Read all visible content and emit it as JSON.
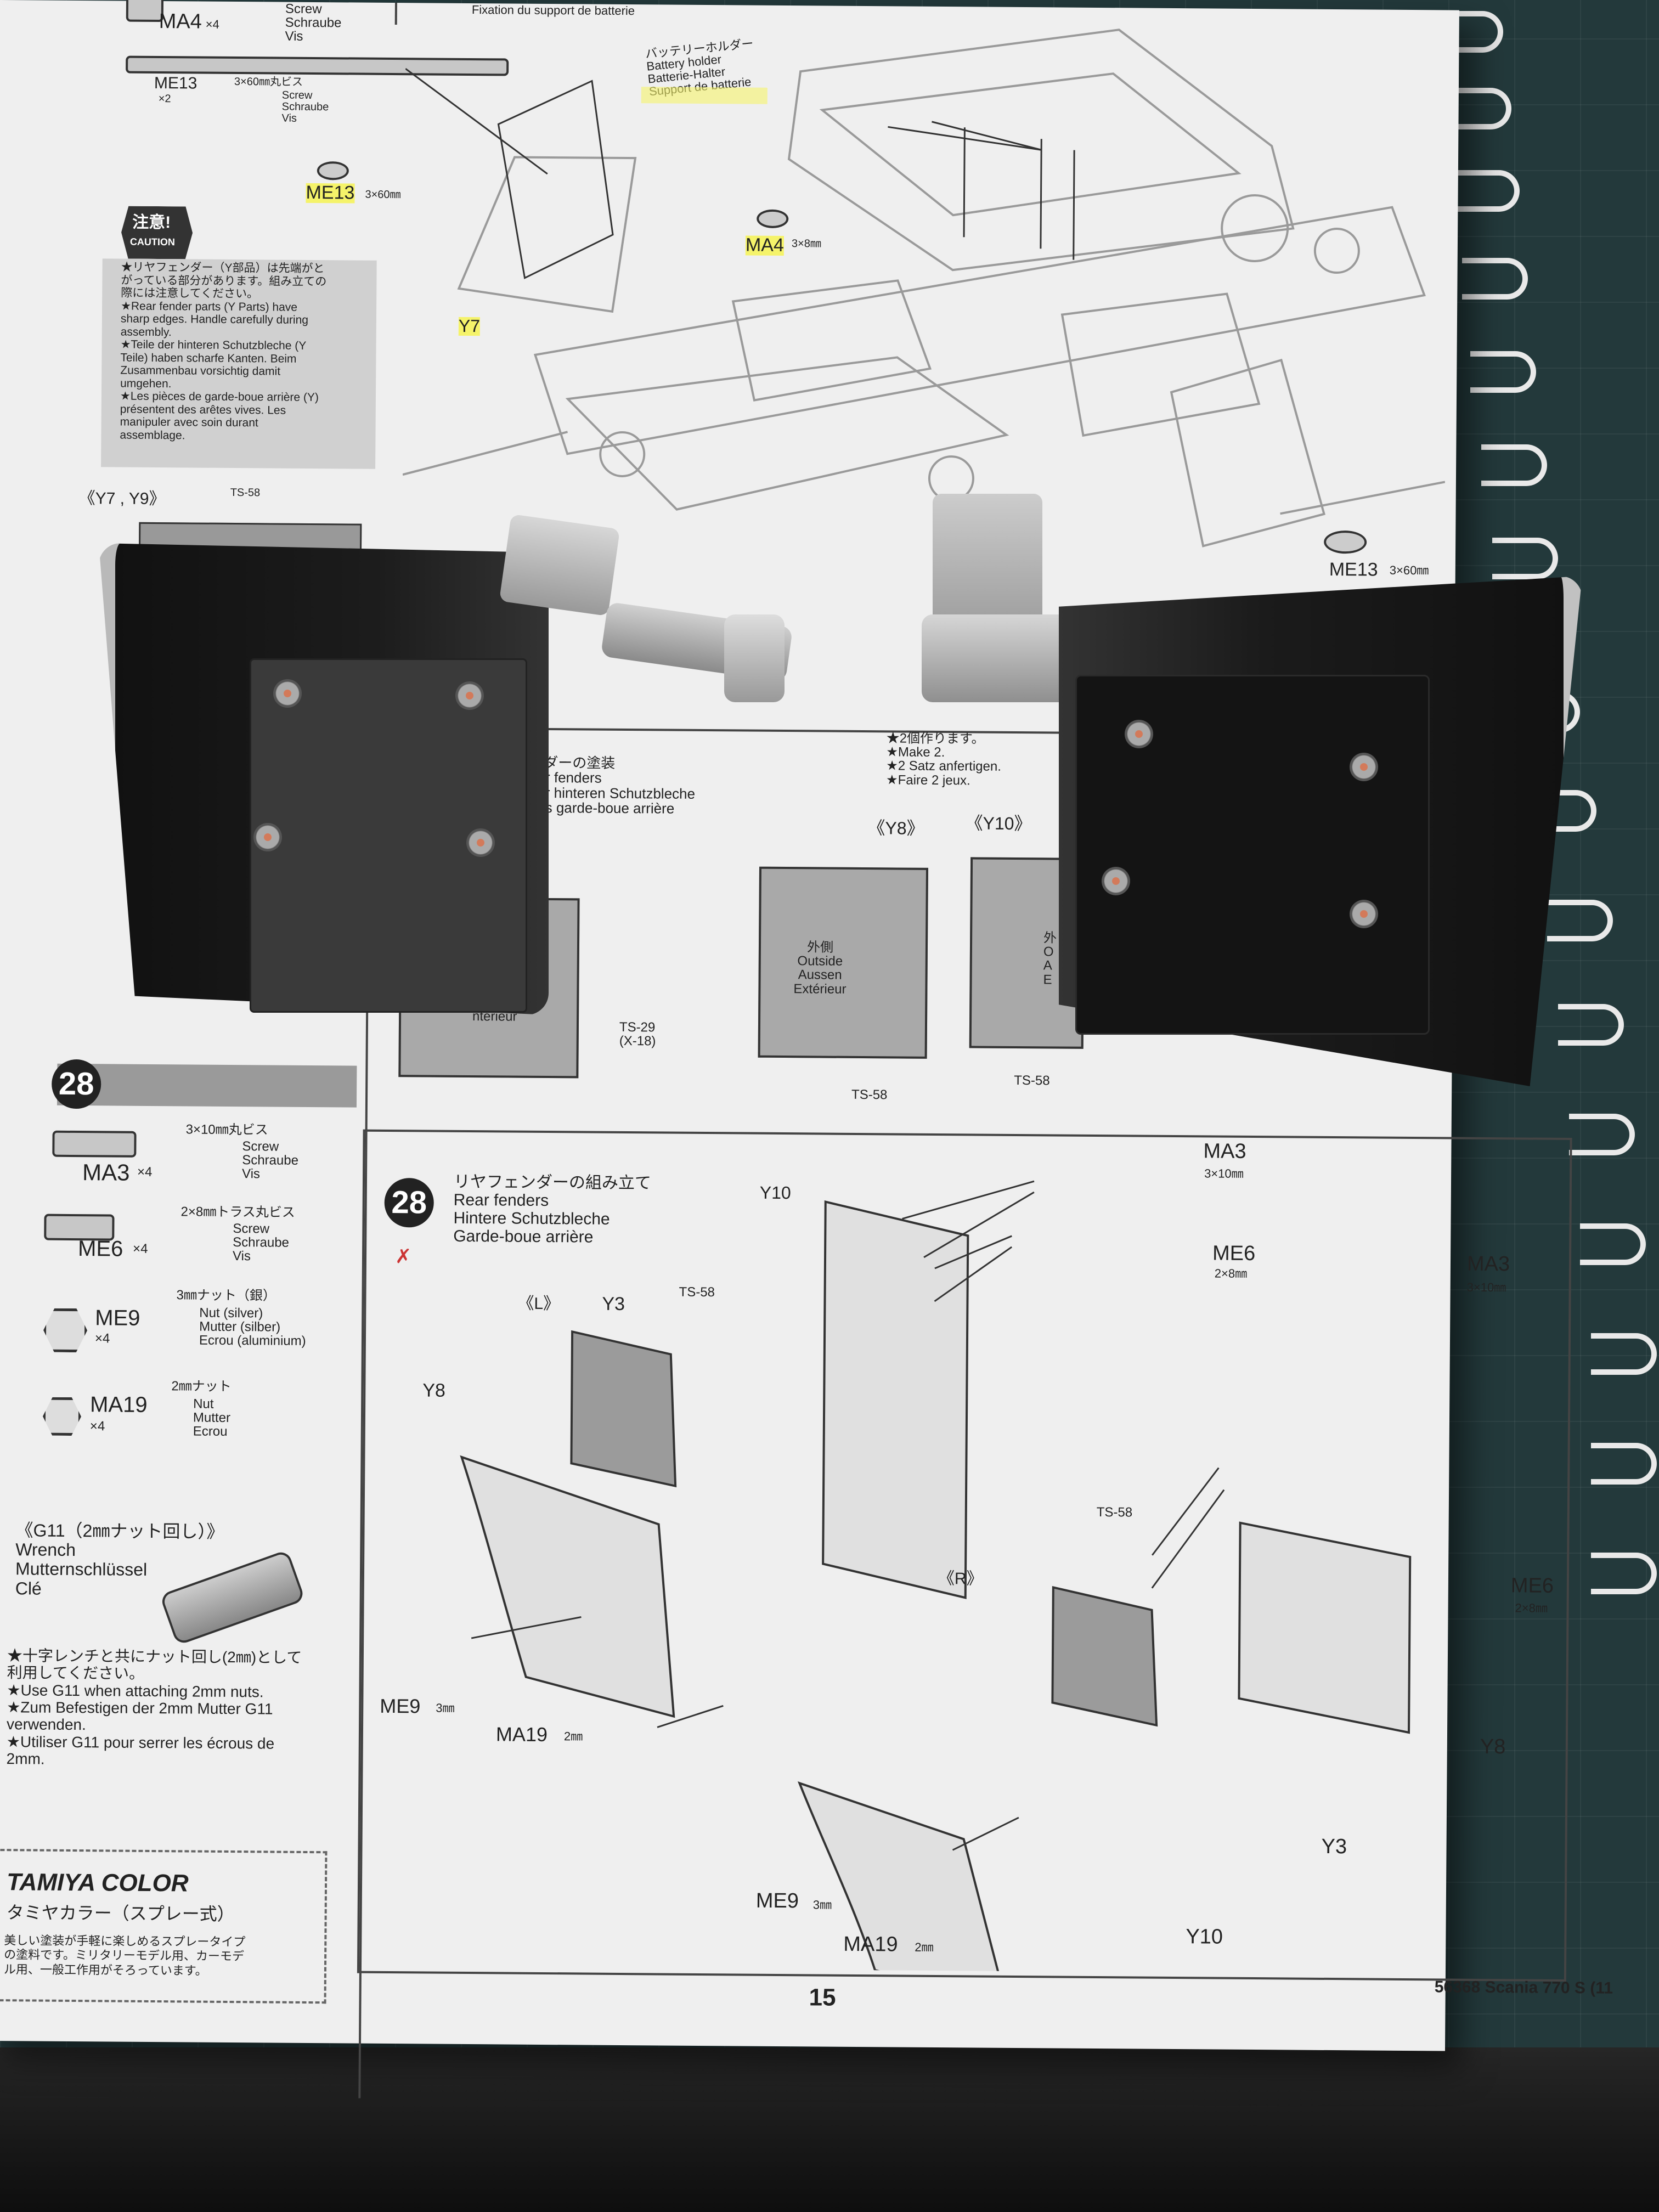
{
  "top_parts": [
    {
      "code": "MA4",
      "qty": "×4",
      "desc": "Screw\nSchraube\nVis"
    },
    {
      "code": "ME13",
      "qty": "×2",
      "size": "3×60㎜丸ビス",
      "desc": "Screw\nSchraube\nVis"
    }
  ],
  "top_fixation": "Fixation du support de batterie",
  "battery_holder": "バッテリーホルダー\nBattery holder\nBatterie-Halter\nSupport de batterie",
  "labels": {
    "me13_a": "ME13",
    "me13_a_size": "3×60㎜",
    "ma4": "MA4",
    "ma4_size": "3×8㎜",
    "y7": "Y7",
    "me13_b": "ME13",
    "me13_b_size": "3×60㎜"
  },
  "caution": {
    "badge_jp": "注意!",
    "badge_en": "CAUTION",
    "text": "★リヤフェンダー（Y部品）は先端がと\nがっている部分があります。組み立ての\n際には注意してください。\n★Rear fender parts (Y Parts) have\nsharp edges. Handle carefully during\nassembly.\n★Teile der hinteren Schutzbleche (Y\nTeile) haben scharfe Kanten. Beim\nZusammenbau vorsichtig damit\numgehen.\n★Les pièces de garde-boue arrière (Y)\nprésentent des arêtes vives. Les\nmanipuler avec soin durant\nassemblage."
  },
  "paint_section": {
    "tag_y7y9": "《Y7 , Y9》",
    "ts58_top": "TS-58",
    "title": "ンダーの塗装\near fenders\nder hinteren Schutzbleche\ndes garde-boue arrière",
    "make2": "★2個作ります。\n★Make 2.\n★2 Satz anfertigen.\n★Faire 2 jeux.",
    "tag_y8": "《Y8》",
    "tag_y10": "《Y10》",
    "outside": "外側\nOutside\nAussen\nExtérieur",
    "outside_partial": "外\nO\nA\nE",
    "interieur": "ntérieur",
    "ts29": "TS-29\n(X-18)",
    "ts58_a": "TS-58",
    "ts58_b": "TS-58"
  },
  "step28_left": {
    "number": "28",
    "parts": [
      {
        "code": "MA3",
        "qty": "×4",
        "size": "3×10㎜丸ビス",
        "desc": "Screw\nSchraube\nVis"
      },
      {
        "code": "ME6",
        "qty": "×4",
        "size": "2×8㎜トラス丸ビス",
        "desc": "Screw\nSchraube\nVis"
      },
      {
        "code": "ME9",
        "qty": "×4",
        "size": "3㎜ナット（銀）",
        "desc": "Nut (silver)\nMutter (silber)\nEcrou (aluminium)"
      },
      {
        "code": "MA19",
        "qty": "×4",
        "size": "2㎜ナット",
        "desc": "Nut\nMutter\nEcrou"
      }
    ],
    "wrench_title": "《G11（2㎜ナット回し）》\nWrench\nMutternschlüssel\nClé",
    "wrench_note": "★十字レンチと共にナット回し(2㎜)として\n利用してください。\n★Use G11 when attaching 2mm nuts.\n★Zum Befestigen der 2mm Mutter G11\nverwenden.\n★Utiliser G11 pour serrer les écrous de\n2mm.",
    "tamiya_color": "TAMIYA COLOR",
    "tamiya_jp": "タミヤカラー（スプレー式）",
    "tamiya_note": "美しい塗装が手軽に楽しめるスプレータイプ\nの塗料です。ミリタリーモデル用、カーモデ\nル用、一般工作用がそろっています。"
  },
  "step28_main": {
    "number": "28",
    "title": "リヤフェンダーの組み立て\nRear fenders\nHintere Schutzbleche\nGarde-boue arrière",
    "mark": "✗",
    "tag_l": "《L》",
    "tag_r": "《R》",
    "y10_top": "Y10",
    "y3_left": "Y3",
    "ts58_left": "TS-58",
    "y8_left": "Y8",
    "ma3_top": "MA3",
    "ma3_top_size": "3×10㎜",
    "me6_top": "ME6",
    "me6_top_size": "2×8㎜",
    "ma3_right": "MA3",
    "ma3_right_size": "3×10㎜",
    "me6_right": "ME6",
    "me6_right_size": "2×8㎜",
    "me9_left": "ME9",
    "me9_left_size": "3㎜",
    "ma19_left": "MA19",
    "ma19_left_size": "2㎜",
    "ts58_right": "TS-58",
    "y8_right": "Y8",
    "y3_right": "Y3",
    "y10_right": "Y10",
    "me9_right": "ME9",
    "me9_right_size": "3㎜",
    "ma19_right": "MA19",
    "ma19_right_size": "2㎜"
  },
  "footer": {
    "page": "15",
    "model": "56368 Scania 770 S (11"
  }
}
